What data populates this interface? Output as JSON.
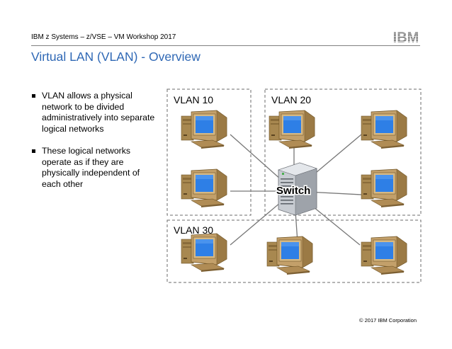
{
  "header": {
    "workshop_title": "IBM z Systems – z/VSE – VM Workshop 2017",
    "logo_text": "IBM"
  },
  "slide": {
    "title": "Virtual LAN (VLAN) - Overview",
    "bullets": [
      "VLAN allows a physical network to be divided administratively into separate logical networks",
      "These logical networks operate as if they are physically independent of each other"
    ]
  },
  "diagram": {
    "vlan_labels": [
      "VLAN 10",
      "VLAN 20",
      "VLAN 30"
    ],
    "switch_label": "Switch",
    "computer_icon": "desktop-computer-icon",
    "switch_icon": "server-switch-icon",
    "colors": {
      "monitor_case": "#b9955f",
      "screen": "#2e7fe6",
      "switch_body": "#c8ccd2",
      "dashed_border": "#6b6b6b",
      "link_line": "#777777"
    }
  },
  "footer": {
    "copyright": "© 2017 IBM Corporation"
  }
}
